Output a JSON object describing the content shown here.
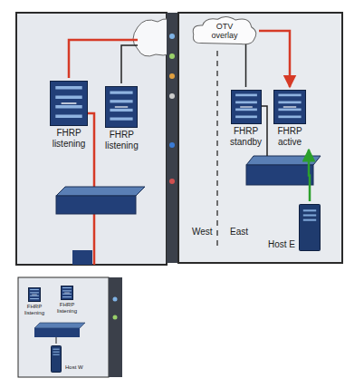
{
  "diagram": {
    "nodes": [
      {
        "text": [
          "OTV overlay"
        ]
      },
      {
        "text": [
          "FHRP listening"
        ]
      },
      {
        "text": [
          "FHRP listening"
        ]
      },
      {
        "text": [
          "FHRP standby"
        ]
      },
      {
        "text": [
          "FHRP active"
        ]
      },
      {
        "text": [
          "Host E"
        ]
      },
      {
        "text": [
          "FHRP listening"
        ]
      },
      {
        "text": [
          "FHRP listening"
        ]
      },
      {
        "text": [
          "Host W"
        ]
      }
    ],
    "edges": [
      {
        "from": 0,
        "to": 4,
        "arrow": "to"
      },
      {
        "from": 0,
        "to": 3,
        "arrow": "none"
      },
      {
        "from": 5,
        "to": 4,
        "arrow": "to"
      }
    ],
    "labels": [
      "West",
      "East"
    ]
  }
}
